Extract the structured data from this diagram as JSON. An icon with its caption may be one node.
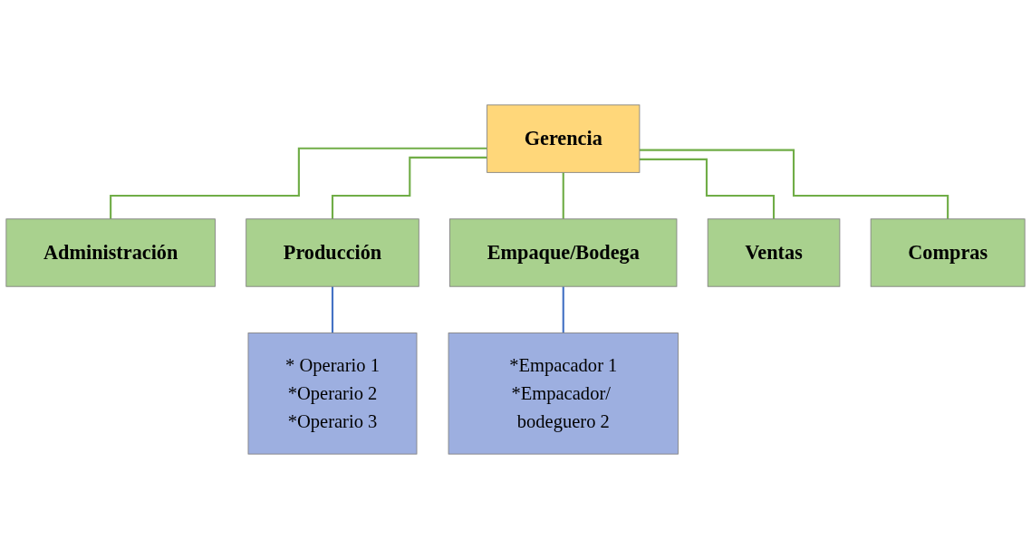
{
  "diagram": {
    "nodes": [
      {
        "text": [
          "Gerencia"
        ]
      },
      {
        "text": [
          "Administración"
        ]
      },
      {
        "text": [
          "Producción"
        ]
      },
      {
        "text": [
          "Empaque/Bodega"
        ]
      },
      {
        "text": [
          "Ventas"
        ]
      },
      {
        "text": [
          "Compras"
        ]
      },
      {
        "text": [
          "* Operario 1",
          "*Operario 2",
          "*Operario 3"
        ]
      },
      {
        "text": [
          "*Empacador 1",
          "*Empacador/ bodeguero 2"
        ]
      }
    ],
    "edges": [
      {
        "from": 0,
        "to": 1,
        "arrow": "none"
      },
      {
        "from": 0,
        "to": 2,
        "arrow": "none"
      },
      {
        "from": 0,
        "to": 3,
        "arrow": "none"
      },
      {
        "from": 0,
        "to": 4,
        "arrow": "none"
      },
      {
        "from": 0,
        "to": 5,
        "arrow": "none"
      },
      {
        "from": 2,
        "to": 6,
        "arrow": "none",
        "color": "#4472c4"
      },
      {
        "from": 3,
        "to": 7,
        "arrow": "none",
        "color": "#4472c4"
      }
    ]
  }
}
